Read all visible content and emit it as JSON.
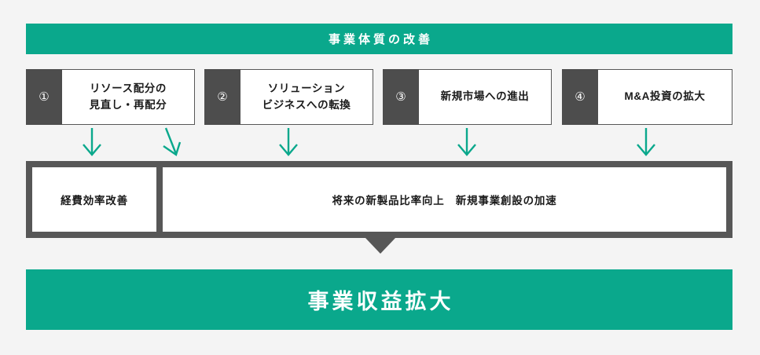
{
  "theme": {
    "accent_green": "#0aa88c",
    "dark_gray": "#4d4d4d",
    "frame_gray": "#575757",
    "background": "#f4f4f4",
    "text_dark": "#1a1a1a",
    "text_light": "#ffffff"
  },
  "header": {
    "label": "事業体質の改善"
  },
  "strategies": [
    {
      "number": "①",
      "label": "リソース配分の\n見直し・再配分"
    },
    {
      "number": "②",
      "label": "ソリューション\nビジネスへの転換"
    },
    {
      "number": "③",
      "label": "新規市場への進出"
    },
    {
      "number": "④",
      "label": "M&A投資の拡大"
    }
  ],
  "arrows": [
    {
      "name": "arrow-from-strategy-1-left",
      "color": "#0aa88c"
    },
    {
      "name": "arrow-from-strategy-1-diagonal",
      "color": "#0aa88c"
    },
    {
      "name": "arrow-from-strategy-2",
      "color": "#0aa88c"
    },
    {
      "name": "arrow-from-strategy-3",
      "color": "#0aa88c"
    },
    {
      "name": "arrow-from-strategy-4",
      "color": "#0aa88c"
    }
  ],
  "outcomes": {
    "left": "経費効率改善",
    "right": "将来の新製品比率向上　新規事業創設の加速"
  },
  "connector": {
    "name": "down-triangle-icon",
    "color": "#575757"
  },
  "result": {
    "label": "事業収益拡大"
  }
}
